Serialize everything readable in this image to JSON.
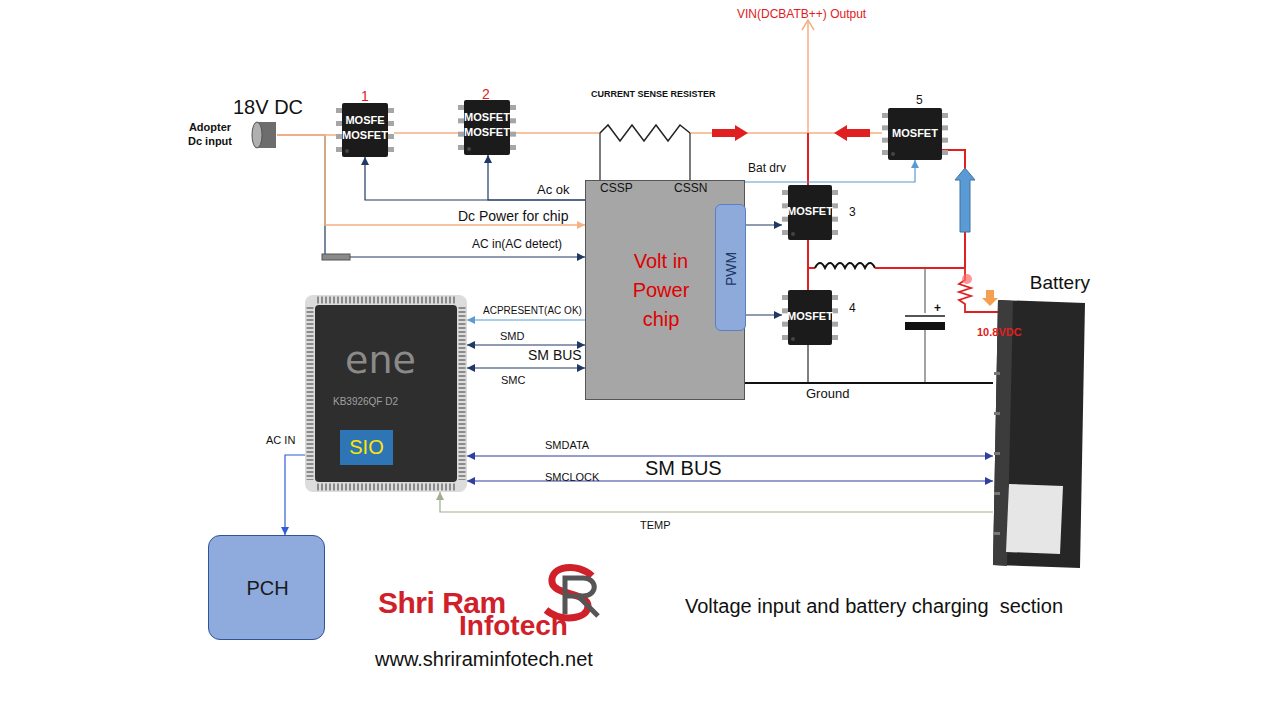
{
  "diagram": {
    "caption": "Voltage input and battery charging  section",
    "nodes": [
      {
        "text": [
          "Adopter Dc input"
        ]
      },
      {
        "text": [
          "MOSFE",
          "MOSFET"
        ]
      },
      {
        "text": [
          "MOSFET",
          "MOSFET"
        ]
      },
      {
        "text": [
          "MOSFET"
        ]
      },
      {
        "text": [
          "CSSP",
          "CSSN",
          "Volt in Power chip"
        ]
      },
      {
        "text": [
          "PWM"
        ],
        "in": 4
      },
      {
        "text": [
          "MOSFET"
        ]
      },
      {
        "text": [
          "MOSFET"
        ]
      },
      {
        "text": [
          "Battery"
        ]
      },
      {
        "text": [
          "ene",
          "KB3926QF D2"
        ]
      },
      {
        "text": [
          "SIO"
        ],
        "in": 9
      },
      {
        "text": [
          "PCH"
        ]
      }
    ],
    "edges": [
      {
        "from": 0,
        "to": 1,
        "arrow": "none"
      },
      {
        "from": 1,
        "to": 2,
        "arrow": "none"
      },
      {
        "from": 4,
        "to": 1,
        "arrow": "to",
        "label": "Ac ok"
      },
      {
        "from": 4,
        "to": 2,
        "arrow": "to"
      },
      {
        "from": 0,
        "to": 4,
        "arrow": "to",
        "label": "Dc Power for chip"
      },
      {
        "from": 0,
        "to": 4,
        "arrow": "to",
        "label": "AC in(AC detect)"
      },
      {
        "from": 4,
        "to": 3,
        "arrow": "to",
        "label": "Bat drv"
      },
      {
        "from": 5,
        "to": 6,
        "arrow": "to"
      },
      {
        "from": 5,
        "to": 7,
        "arrow": "to"
      },
      {
        "from": 6,
        "to": 7,
        "arrow": "none"
      },
      {
        "from": 4,
        "to": 9,
        "arrow": "to",
        "label": "ACPRESENT(AC OK)"
      },
      {
        "from": 4,
        "to": 9,
        "arrow": "both",
        "label": "SMD"
      },
      {
        "from": 4,
        "to": 9,
        "arrow": "both",
        "label": "SMC"
      },
      {
        "from": 4,
        "to": 8,
        "arrow": "none"
      },
      {
        "from": 9,
        "to": 8,
        "arrow": "both",
        "label": "SMDATA"
      },
      {
        "from": 9,
        "to": 8,
        "arrow": "both",
        "label": "SMCLOCK"
      },
      {
        "from": 8,
        "to": 9,
        "arrow": "to",
        "label": "TEMP"
      },
      {
        "from": 9,
        "to": 11,
        "arrow": "to",
        "label": "AC IN"
      }
    ],
    "labels": [
      "18V DC",
      "1",
      "2",
      "CURRENT SENSE RESISTER",
      "VIN(DCBATB++) Output",
      "5",
      "3",
      "4",
      "+",
      "10.8VDC",
      "Ground",
      "SM BUS",
      "SM BUS",
      "Shri Ram",
      "Infotech",
      "www.shriraminfotech.net"
    ]
  }
}
